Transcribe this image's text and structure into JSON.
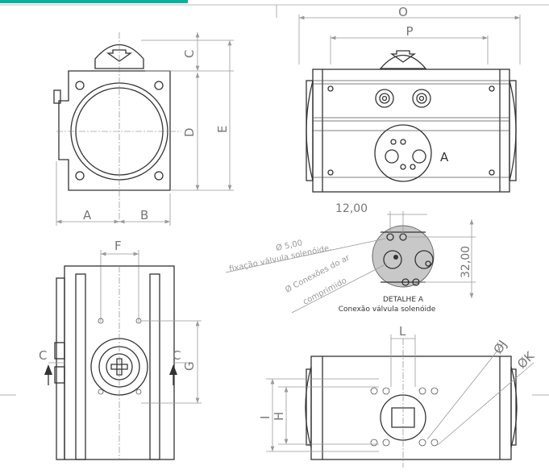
{
  "colors": {
    "accent": "#00b4a0"
  },
  "labels": {
    "A": "A",
    "B": "B",
    "C": "C",
    "D": "D",
    "E": "E",
    "F": "F",
    "G": "G",
    "H": "H",
    "I": "I",
    "L": "L",
    "O": "O",
    "P": "P",
    "J": "ØJ",
    "K": "ØK",
    "detail_marker": "A"
  },
  "detail": {
    "dim_horizontal": "12,00",
    "dim_vertical": "32,00",
    "hole_note_1": "Ø 5,00",
    "hole_note_2": "fixação válvula solenóide.",
    "conn_note_1": "Ø Conexões do ar",
    "conn_note_2": "comprimido",
    "title": "DETALHE A",
    "subtitle": "Conexão válvula solenóide"
  }
}
